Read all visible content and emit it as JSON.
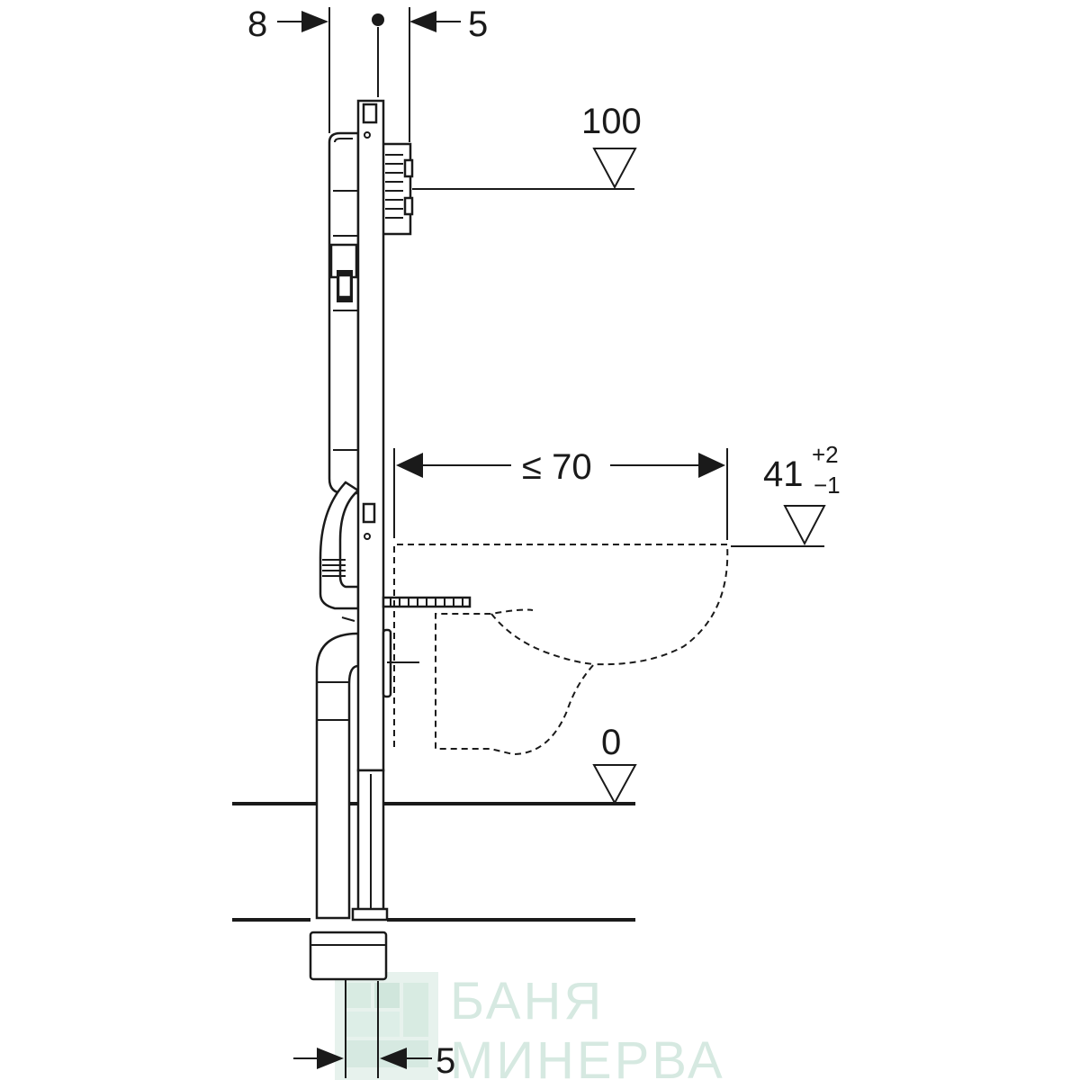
{
  "dimensions": {
    "top_left": "8",
    "top_right": "5",
    "bottom_right": "5",
    "width_max": "≤ 70",
    "level_top": "100",
    "level_seat": "41",
    "level_seat_tol_plus": "+2",
    "level_seat_tol_minus": "−1",
    "level_floor": "0"
  },
  "watermark": {
    "line1": "БАНЯ",
    "line2": "МИНЕРВА",
    "color": "#cfe6dc"
  },
  "colors": {
    "line": "#1a1a1a",
    "background": "#ffffff"
  }
}
